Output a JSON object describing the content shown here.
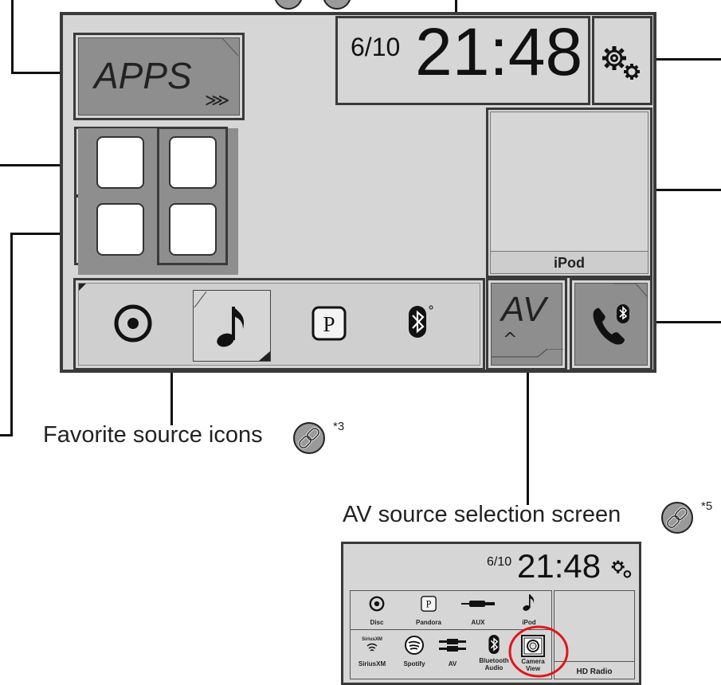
{
  "main_screen": {
    "apps_label": "APPS",
    "apps_arrows": "⋙",
    "date": "6/10",
    "time": "21:48",
    "source_label": "iPod",
    "av_label": "AV",
    "av_caret": "^",
    "favorite_icons": [
      "disc-icon",
      "music-note-icon",
      "pandora-icon",
      "bluetooth-icon"
    ],
    "settings_icon": "gear-icon",
    "phone_icon": "phone-bluetooth-icon"
  },
  "captions": {
    "favorite_source": "Favorite source icons",
    "favorite_source_ref": "*3",
    "av_source_selection": "AV source selection screen",
    "av_source_selection_ref": "*5"
  },
  "av_screen": {
    "date": "6/10",
    "time": "21:48",
    "right_panel_label": "HD Radio",
    "row1": [
      {
        "label": "Disc",
        "icon": "disc-icon"
      },
      {
        "label": "Pandora",
        "icon": "pandora-icon"
      },
      {
        "label": "AUX",
        "icon": "aux-cable-icon"
      },
      {
        "label": "iPod",
        "icon": "music-note-icon"
      }
    ],
    "row2": [
      {
        "label": "SiriusXM",
        "icon": "siriusxm-icon",
        "logo_text": "SiriusXM"
      },
      {
        "label": "Spotify",
        "icon": "spotify-icon"
      },
      {
        "label": "AV",
        "icon": "av-cable-icon"
      },
      {
        "label": "Bluetooth Audio",
        "icon": "bluetooth-icon"
      },
      {
        "label": "Camera View",
        "icon": "camera-icon",
        "highlighted": true
      }
    ]
  },
  "colors": {
    "screen_bg": "#d6d6d6",
    "tile_dark": "#8e8e8e",
    "frame": "#3a3a3a",
    "highlight_circle": "#e0161c"
  }
}
